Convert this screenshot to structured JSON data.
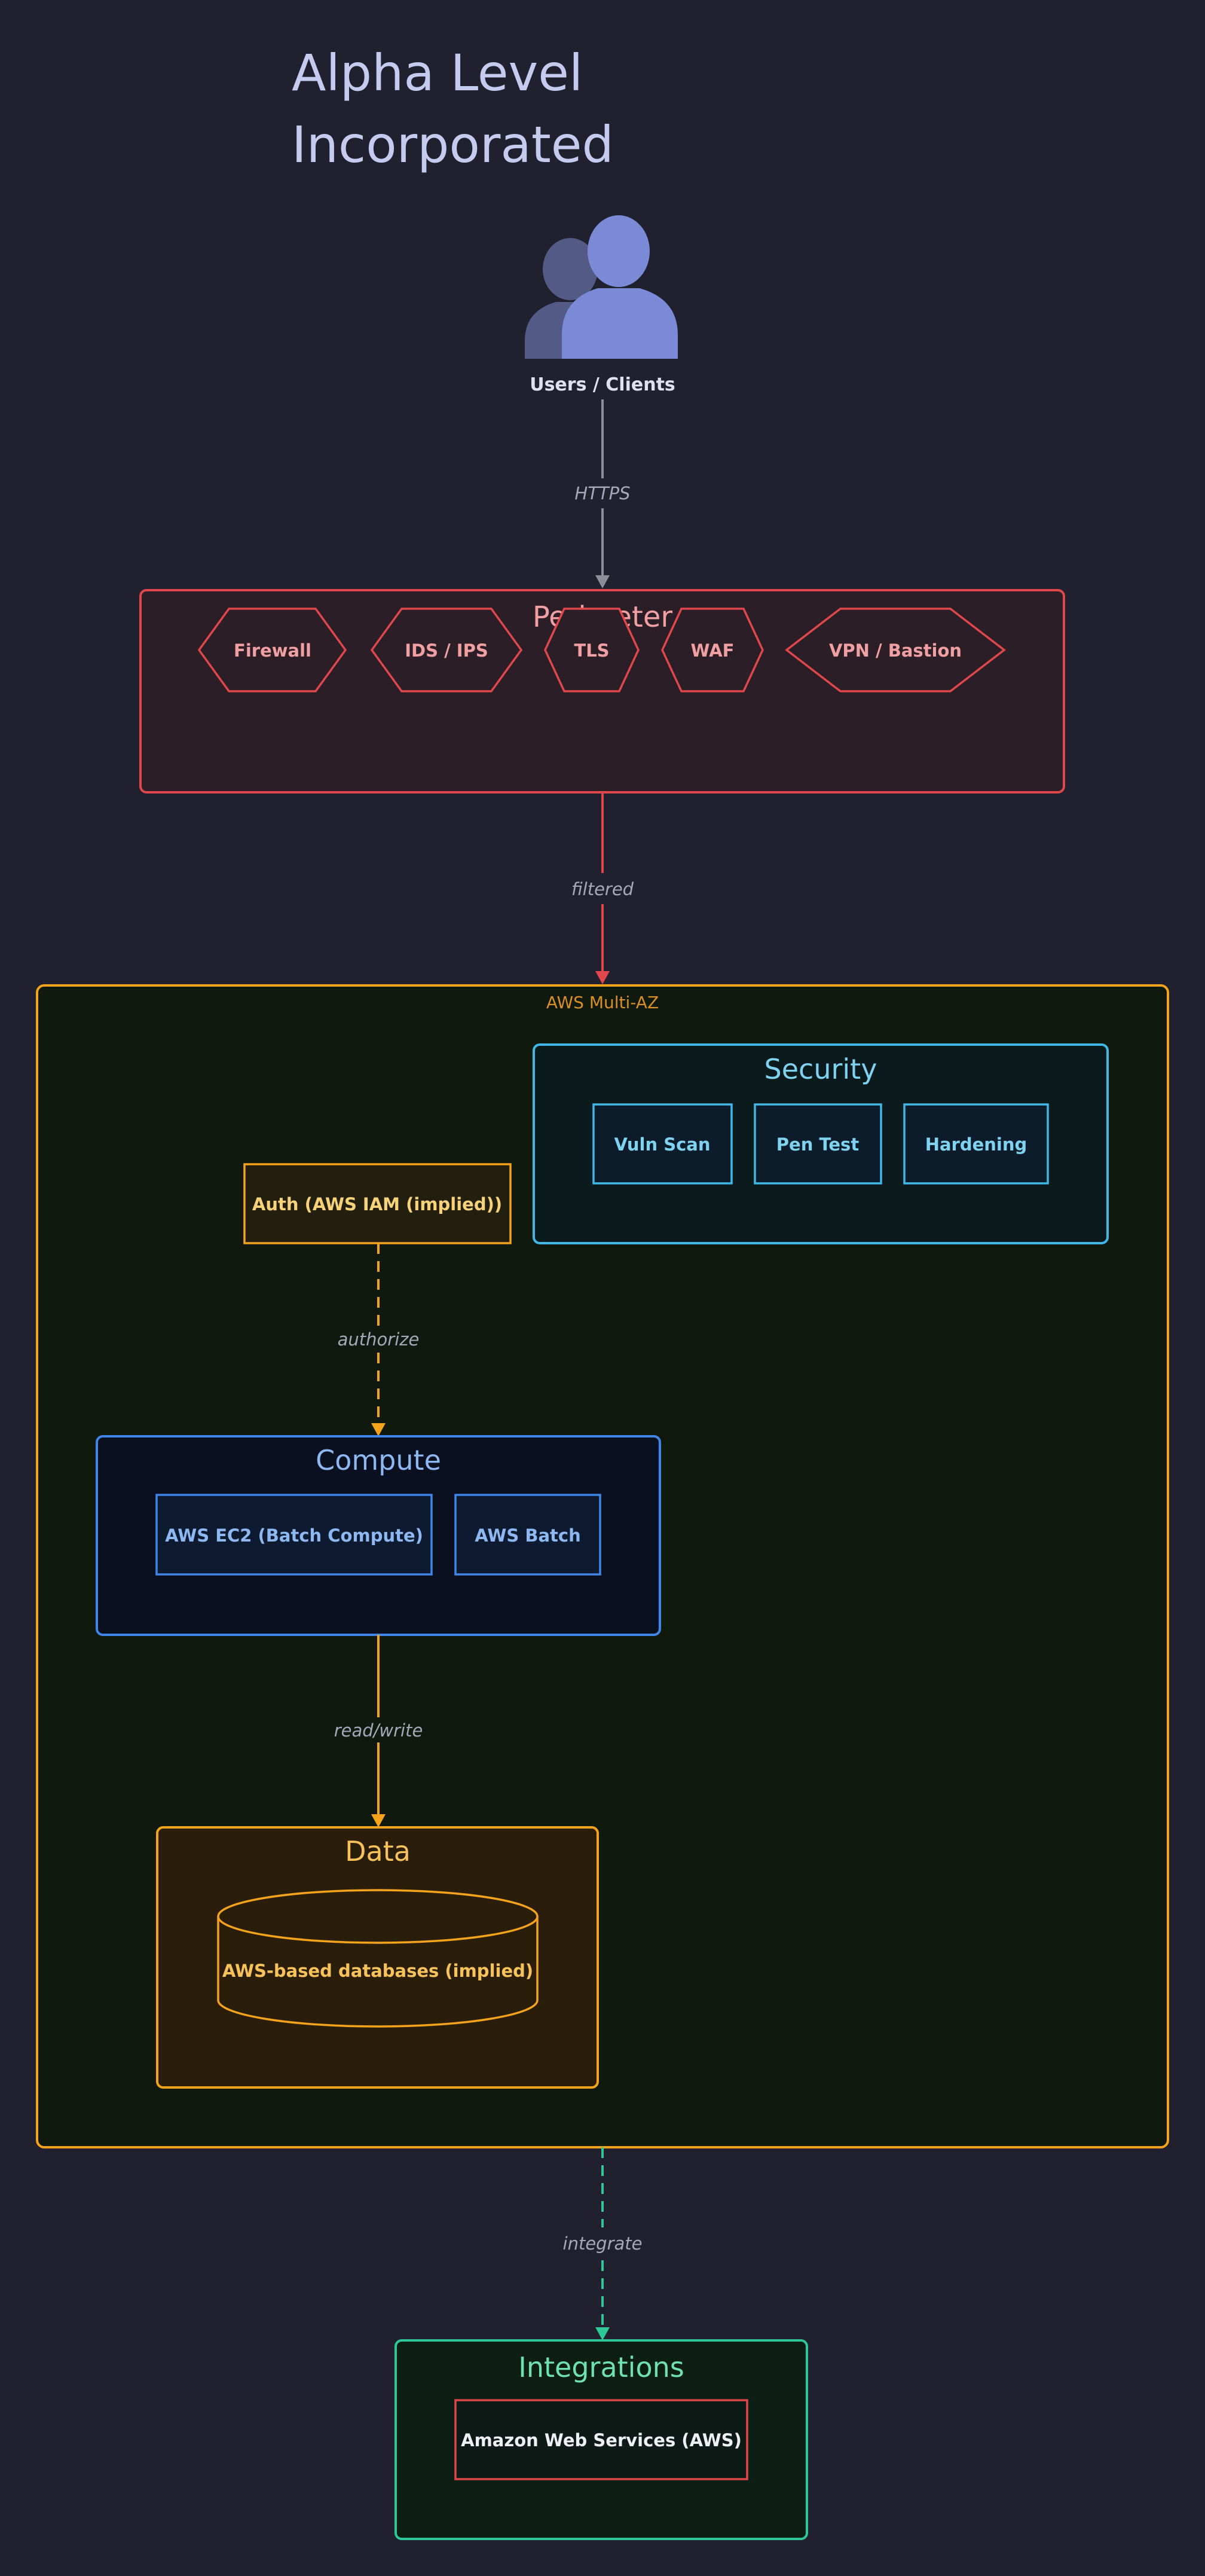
{
  "title": {
    "line1": "Alpha Level",
    "line2": "Incorporated"
  },
  "users": {
    "label": "Users / Clients",
    "icon": "users-icon"
  },
  "edges": {
    "https": "HTTPS",
    "filtered": "filtered",
    "authorize": "authorize",
    "read_write": "read/write",
    "integrate": "integrate"
  },
  "perimeter": {
    "title": "Perimeter",
    "items": [
      "Firewall",
      "IDS / IPS",
      "TLS",
      "WAF",
      "VPN / Bastion"
    ]
  },
  "aws": {
    "label": "AWS Multi-AZ"
  },
  "security": {
    "title": "Security",
    "items": [
      "Vuln Scan",
      "Pen Test",
      "Hardening"
    ]
  },
  "auth": {
    "label": "Auth (AWS IAM (implied))"
  },
  "compute": {
    "title": "Compute",
    "items": [
      "AWS EC2 (Batch Compute)",
      "AWS Batch"
    ]
  },
  "data": {
    "title": "Data",
    "db": "AWS-based databases (implied)"
  },
  "integrations": {
    "title": "Integrations",
    "item": "Amazon Web Services (AWS)"
  },
  "colors": {
    "background": "#20202e",
    "title": "#c4cbef",
    "perimeter": "#e0474c",
    "aws": "#f5a31a",
    "security": "#3fb8e8",
    "compute": "#3f86e8",
    "data": "#f5a31a",
    "integrations": "#2ec795",
    "users": "#7a8ad6"
  }
}
